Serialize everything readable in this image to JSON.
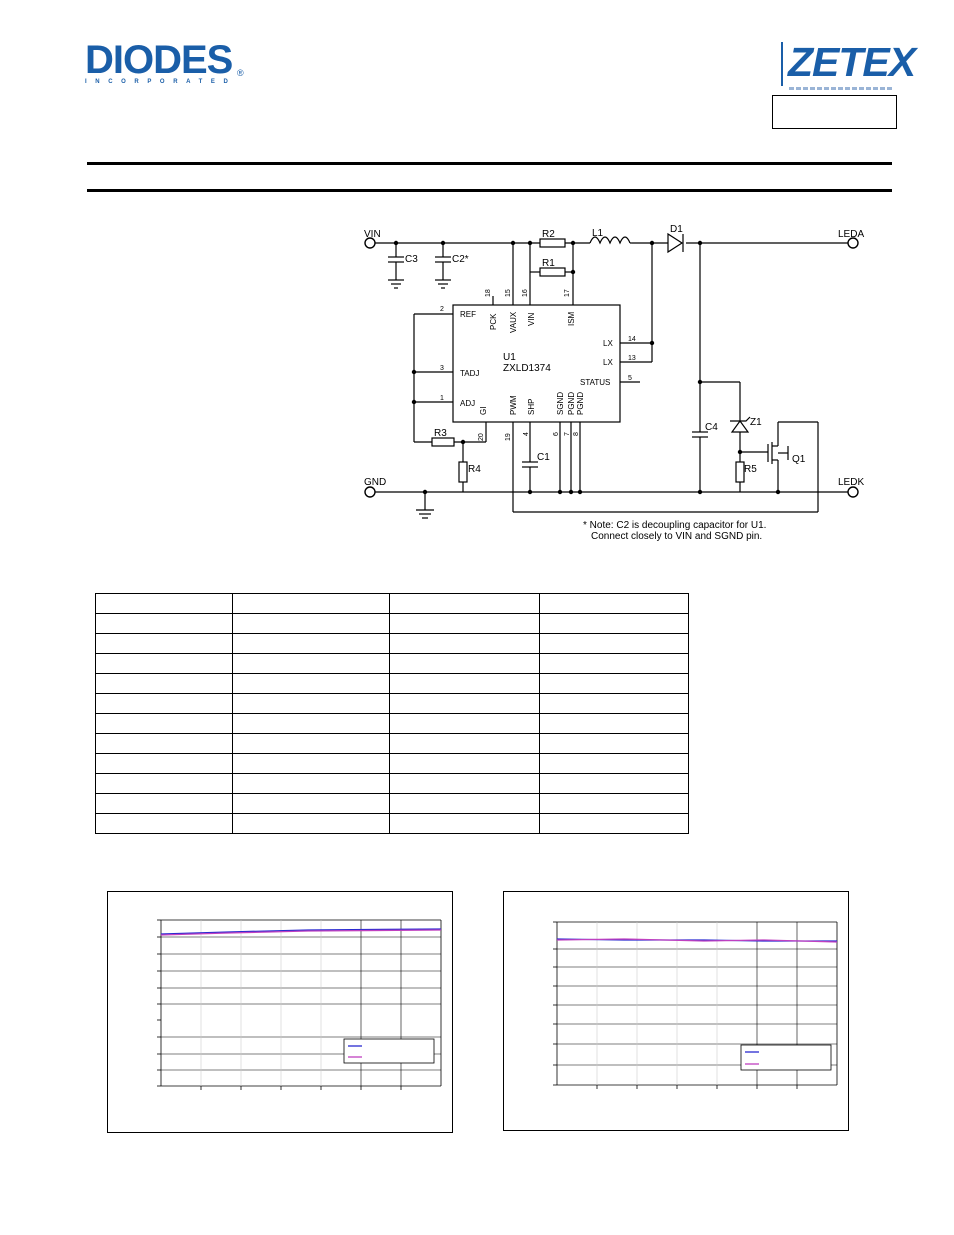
{
  "header": {
    "diodes_logo": {
      "wordmark": "DIODES",
      "tagline": "INCORPORATED",
      "reg": "®",
      "color": "#1a5ea8"
    },
    "zetex_logo": {
      "wordmark": "ZETEX",
      "color": "#1a5ea8"
    }
  },
  "schematic": {
    "nodes": {
      "vin": "VIN",
      "gnd": "GND",
      "leda": "LEDA",
      "ledk": "LEDK"
    },
    "parts": {
      "c3": "C3",
      "c2": "C2*",
      "r2": "R2",
      "r1": "R1",
      "l1": "L1",
      "d1": "D1",
      "c4": "C4",
      "z1": "Z1",
      "r5": "R5",
      "q1": "Q1",
      "r3": "R3",
      "r4": "R4",
      "c1": "C1"
    },
    "ic": {
      "ref": "U1",
      "part": "ZXLD1374",
      "pins": {
        "ref": "REF",
        "tadj": "TADJ",
        "adj": "ADJ",
        "pck": "PCK",
        "vaux": "VAUX",
        "vin": "VIN",
        "ism": "ISM",
        "lx1": "LX",
        "lx2": "LX",
        "status": "STATUS",
        "gi": "GI",
        "pwm": "PWM",
        "shp": "SHP",
        "sgnd": "SGND",
        "pgnd1": "PGND",
        "pgnd2": "PGND"
      },
      "pin_numbers": {
        "p2": "2",
        "p3": "3",
        "p1": "1",
        "p18": "18",
        "p15": "15",
        "p16": "16",
        "p17": "17",
        "p14": "14",
        "p13": "13",
        "p5": "5",
        "p20": "20",
        "p19": "19",
        "p4": "4",
        "p6": "6",
        "p7": "7",
        "p8": "8"
      }
    },
    "note_line1": "* Note: C2 is decoupling capacitor for U1.",
    "note_line2": "Connect closely to VIN and SGND pin."
  },
  "graph_colors": {
    "series_a": "#2a2ad0",
    "series_b": "#c040c0"
  }
}
